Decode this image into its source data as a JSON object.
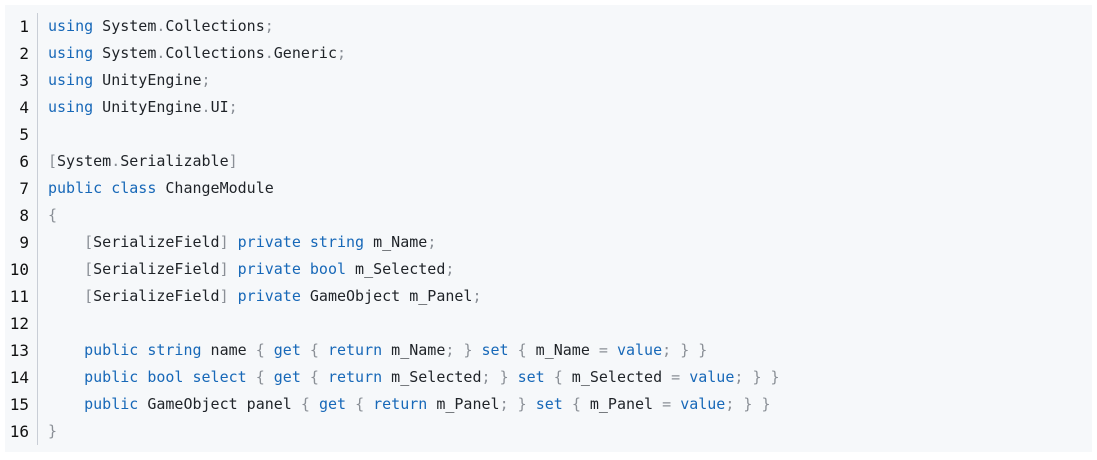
{
  "code_block": {
    "language_hint": "csharp",
    "lines": [
      {
        "number": "1",
        "tokens": [
          {
            "t": "kw",
            "v": "using"
          },
          {
            "t": "plain",
            "v": " System"
          },
          {
            "t": "punct",
            "v": "."
          },
          {
            "t": "plain",
            "v": "Collections"
          },
          {
            "t": "punct",
            "v": ";"
          }
        ]
      },
      {
        "number": "2",
        "tokens": [
          {
            "t": "kw",
            "v": "using"
          },
          {
            "t": "plain",
            "v": " System"
          },
          {
            "t": "punct",
            "v": "."
          },
          {
            "t": "plain",
            "v": "Collections"
          },
          {
            "t": "punct",
            "v": "."
          },
          {
            "t": "plain",
            "v": "Generic"
          },
          {
            "t": "punct",
            "v": ";"
          }
        ]
      },
      {
        "number": "3",
        "tokens": [
          {
            "t": "kw",
            "v": "using"
          },
          {
            "t": "plain",
            "v": " UnityEngine"
          },
          {
            "t": "punct",
            "v": ";"
          }
        ]
      },
      {
        "number": "4",
        "tokens": [
          {
            "t": "kw",
            "v": "using"
          },
          {
            "t": "plain",
            "v": " UnityEngine"
          },
          {
            "t": "punct",
            "v": "."
          },
          {
            "t": "plain",
            "v": "UI"
          },
          {
            "t": "punct",
            "v": ";"
          }
        ]
      },
      {
        "number": "5",
        "tokens": []
      },
      {
        "number": "6",
        "tokens": [
          {
            "t": "punct",
            "v": "["
          },
          {
            "t": "plain",
            "v": "System"
          },
          {
            "t": "punct",
            "v": "."
          },
          {
            "t": "plain",
            "v": "Serializable"
          },
          {
            "t": "punct",
            "v": "]"
          }
        ]
      },
      {
        "number": "7",
        "tokens": [
          {
            "t": "kw",
            "v": "public"
          },
          {
            "t": "plain",
            "v": " "
          },
          {
            "t": "kw",
            "v": "class"
          },
          {
            "t": "plain",
            "v": " ChangeModule"
          }
        ]
      },
      {
        "number": "8",
        "tokens": [
          {
            "t": "punct",
            "v": "{"
          }
        ]
      },
      {
        "number": "9",
        "tokens": [
          {
            "t": "plain",
            "v": "    "
          },
          {
            "t": "punct",
            "v": "["
          },
          {
            "t": "plain",
            "v": "SerializeField"
          },
          {
            "t": "punct",
            "v": "]"
          },
          {
            "t": "plain",
            "v": " "
          },
          {
            "t": "kw",
            "v": "private"
          },
          {
            "t": "plain",
            "v": " "
          },
          {
            "t": "kw",
            "v": "string"
          },
          {
            "t": "plain",
            "v": " m_Name"
          },
          {
            "t": "punct",
            "v": ";"
          }
        ]
      },
      {
        "number": "10",
        "tokens": [
          {
            "t": "plain",
            "v": "    "
          },
          {
            "t": "punct",
            "v": "["
          },
          {
            "t": "plain",
            "v": "SerializeField"
          },
          {
            "t": "punct",
            "v": "]"
          },
          {
            "t": "plain",
            "v": " "
          },
          {
            "t": "kw",
            "v": "private"
          },
          {
            "t": "plain",
            "v": " "
          },
          {
            "t": "kw",
            "v": "bool"
          },
          {
            "t": "plain",
            "v": " m_Selected"
          },
          {
            "t": "punct",
            "v": ";"
          }
        ]
      },
      {
        "number": "11",
        "tokens": [
          {
            "t": "plain",
            "v": "    "
          },
          {
            "t": "punct",
            "v": "["
          },
          {
            "t": "plain",
            "v": "SerializeField"
          },
          {
            "t": "punct",
            "v": "]"
          },
          {
            "t": "plain",
            "v": " "
          },
          {
            "t": "kw",
            "v": "private"
          },
          {
            "t": "plain",
            "v": " GameObject m_Panel"
          },
          {
            "t": "punct",
            "v": ";"
          }
        ]
      },
      {
        "number": "12",
        "tokens": []
      },
      {
        "number": "13",
        "tokens": [
          {
            "t": "plain",
            "v": "    "
          },
          {
            "t": "kw",
            "v": "public"
          },
          {
            "t": "plain",
            "v": " "
          },
          {
            "t": "kw",
            "v": "string"
          },
          {
            "t": "plain",
            "v": " name "
          },
          {
            "t": "punct",
            "v": "{"
          },
          {
            "t": "plain",
            "v": " "
          },
          {
            "t": "kw",
            "v": "get"
          },
          {
            "t": "plain",
            "v": " "
          },
          {
            "t": "punct",
            "v": "{"
          },
          {
            "t": "plain",
            "v": " "
          },
          {
            "t": "kw",
            "v": "return"
          },
          {
            "t": "plain",
            "v": " m_Name"
          },
          {
            "t": "punct",
            "v": ";"
          },
          {
            "t": "plain",
            "v": " "
          },
          {
            "t": "punct",
            "v": "}"
          },
          {
            "t": "plain",
            "v": " "
          },
          {
            "t": "kw",
            "v": "set"
          },
          {
            "t": "plain",
            "v": " "
          },
          {
            "t": "punct",
            "v": "{"
          },
          {
            "t": "plain",
            "v": " m_Name "
          },
          {
            "t": "punct",
            "v": "="
          },
          {
            "t": "plain",
            "v": " "
          },
          {
            "t": "kw",
            "v": "value"
          },
          {
            "t": "punct",
            "v": ";"
          },
          {
            "t": "plain",
            "v": " "
          },
          {
            "t": "punct",
            "v": "}"
          },
          {
            "t": "plain",
            "v": " "
          },
          {
            "t": "punct",
            "v": "}"
          }
        ]
      },
      {
        "number": "14",
        "tokens": [
          {
            "t": "plain",
            "v": "    "
          },
          {
            "t": "kw",
            "v": "public"
          },
          {
            "t": "plain",
            "v": " "
          },
          {
            "t": "kw",
            "v": "bool"
          },
          {
            "t": "plain",
            "v": " "
          },
          {
            "t": "kw",
            "v": "select"
          },
          {
            "t": "plain",
            "v": " "
          },
          {
            "t": "punct",
            "v": "{"
          },
          {
            "t": "plain",
            "v": " "
          },
          {
            "t": "kw",
            "v": "get"
          },
          {
            "t": "plain",
            "v": " "
          },
          {
            "t": "punct",
            "v": "{"
          },
          {
            "t": "plain",
            "v": " "
          },
          {
            "t": "kw",
            "v": "return"
          },
          {
            "t": "plain",
            "v": " m_Selected"
          },
          {
            "t": "punct",
            "v": ";"
          },
          {
            "t": "plain",
            "v": " "
          },
          {
            "t": "punct",
            "v": "}"
          },
          {
            "t": "plain",
            "v": " "
          },
          {
            "t": "kw",
            "v": "set"
          },
          {
            "t": "plain",
            "v": " "
          },
          {
            "t": "punct",
            "v": "{"
          },
          {
            "t": "plain",
            "v": " m_Selected "
          },
          {
            "t": "punct",
            "v": "="
          },
          {
            "t": "plain",
            "v": " "
          },
          {
            "t": "kw",
            "v": "value"
          },
          {
            "t": "punct",
            "v": ";"
          },
          {
            "t": "plain",
            "v": " "
          },
          {
            "t": "punct",
            "v": "}"
          },
          {
            "t": "plain",
            "v": " "
          },
          {
            "t": "punct",
            "v": "}"
          }
        ]
      },
      {
        "number": "15",
        "tokens": [
          {
            "t": "plain",
            "v": "    "
          },
          {
            "t": "kw",
            "v": "public"
          },
          {
            "t": "plain",
            "v": " GameObject panel "
          },
          {
            "t": "punct",
            "v": "{"
          },
          {
            "t": "plain",
            "v": " "
          },
          {
            "t": "kw",
            "v": "get"
          },
          {
            "t": "plain",
            "v": " "
          },
          {
            "t": "punct",
            "v": "{"
          },
          {
            "t": "plain",
            "v": " "
          },
          {
            "t": "kw",
            "v": "return"
          },
          {
            "t": "plain",
            "v": " m_Panel"
          },
          {
            "t": "punct",
            "v": ";"
          },
          {
            "t": "plain",
            "v": " "
          },
          {
            "t": "punct",
            "v": "}"
          },
          {
            "t": "plain",
            "v": " "
          },
          {
            "t": "kw",
            "v": "set"
          },
          {
            "t": "plain",
            "v": " "
          },
          {
            "t": "punct",
            "v": "{"
          },
          {
            "t": "plain",
            "v": " m_Panel "
          },
          {
            "t": "punct",
            "v": "="
          },
          {
            "t": "plain",
            "v": " "
          },
          {
            "t": "kw",
            "v": "value"
          },
          {
            "t": "punct",
            "v": ";"
          },
          {
            "t": "plain",
            "v": " "
          },
          {
            "t": "punct",
            "v": "}"
          },
          {
            "t": "plain",
            "v": " "
          },
          {
            "t": "punct",
            "v": "}"
          }
        ]
      },
      {
        "number": "16",
        "tokens": [
          {
            "t": "punct",
            "v": "}"
          }
        ]
      }
    ]
  },
  "colors": {
    "background": "#f6f8fa",
    "keyword": "#1768b8",
    "punctuation": "#8a8f96",
    "text": "#1f2328",
    "gutter_divider": "#c9ced6"
  }
}
